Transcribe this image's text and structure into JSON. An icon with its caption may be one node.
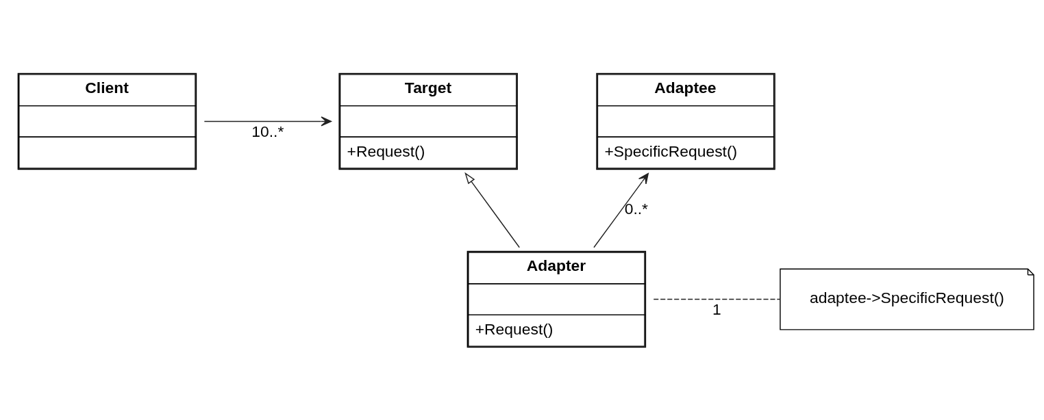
{
  "diagram": {
    "nodes": [
      {
        "text": [
          "Client"
        ]
      },
      {
        "text": [
          "Target",
          "+Request()"
        ]
      },
      {
        "text": [
          "Adaptee",
          "+SpecificRequest()"
        ]
      },
      {
        "text": [
          "Adapter",
          "+Request()"
        ]
      },
      {
        "text": [
          "adaptee->SpecificRequest()"
        ]
      }
    ],
    "edges": [
      {
        "from": 0,
        "to": 1,
        "arrow": "to",
        "label": "10..*"
      },
      {
        "from": 3,
        "to": 1,
        "arrow": "to"
      },
      {
        "from": 3,
        "to": 2,
        "arrow": "to",
        "label": "0..*"
      },
      {
        "from": 3,
        "to": 4,
        "arrow": "none",
        "label": "1",
        "style": "dashed"
      }
    ]
  }
}
